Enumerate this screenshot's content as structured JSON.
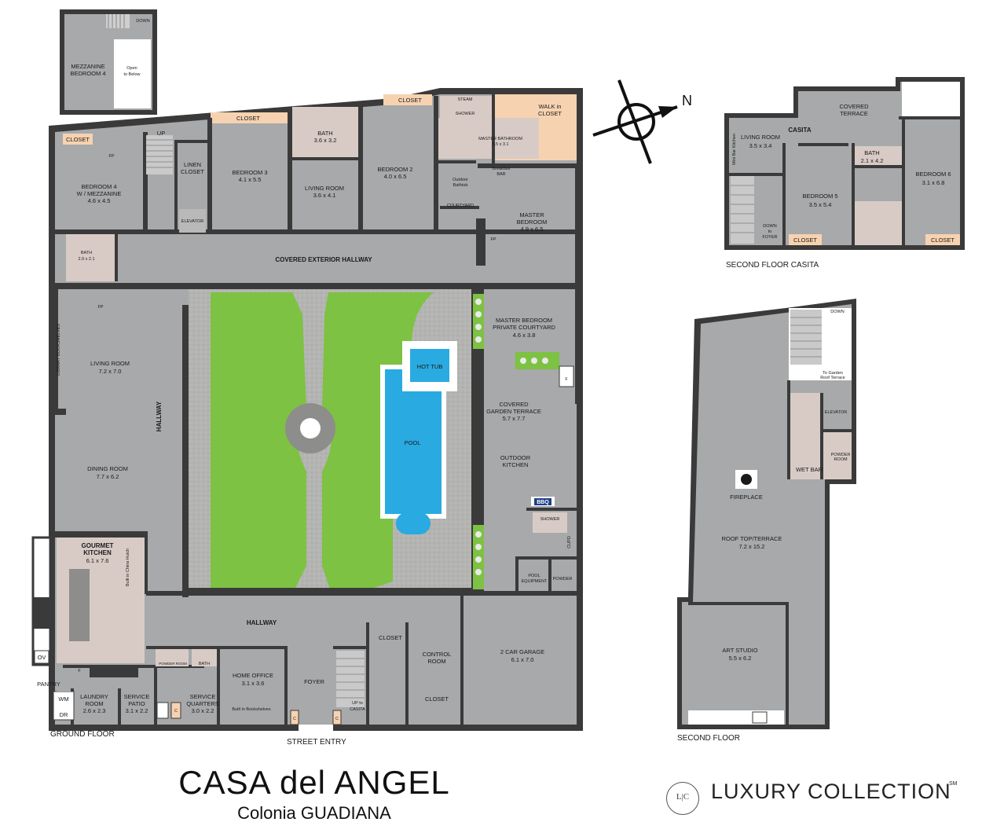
{
  "title": "CASA del ANGEL",
  "subtitle": "Colonia GUADIANA",
  "brand": {
    "name": "LUXURY COLLECTION",
    "mark": "SM",
    "logo_letters": "L|C"
  },
  "compass": {
    "label": "N"
  },
  "floors": {
    "ground": "GROUND FLOOR",
    "second": "SECOND FLOOR",
    "casita": "SECOND FLOOR  CASITA",
    "street": "STREET  ENTRY"
  },
  "mezzanine": {
    "room": [
      "MEZZANINE",
      "BEDROOM 4"
    ],
    "open": [
      "Open",
      "to Below"
    ],
    "down": "DOWN"
  },
  "ground_rooms": {
    "closet_bd4": "CLOSET",
    "bedroom4": [
      "BEDROOM 4",
      "W / MEZZANINE",
      "4.6 x 4.5"
    ],
    "fp1": "FP",
    "up": "UP",
    "linen": [
      "LINEN",
      "CLOSET"
    ],
    "elevator": "ELEVATOR",
    "bath_small": [
      "BATH",
      "2.9 x 2.1"
    ],
    "closet_bd3": "CLOSET",
    "bedroom3": [
      "BEDROOM 3",
      "4.1 x 5.5"
    ],
    "bath_mid": [
      "BATH",
      "3.6 x 3.2"
    ],
    "living_upper": [
      "LIVING ROOM",
      "3.6 x 4.1"
    ],
    "closet_bd2": "CLOSET",
    "bedroom2": [
      "BEDROOM 2",
      "4.0 x 6.5"
    ],
    "steam": [
      "STEAM",
      "SHOWER"
    ],
    "master_bath": [
      "MASTER  BATHROOM",
      "5.5 x 3.1"
    ],
    "walkin": [
      "WALK in",
      "CLOSET"
    ],
    "outdoor_bathtub": [
      "Outdoor",
      "Bathtub"
    ],
    "breakfast": [
      "Breakfast",
      "BAR"
    ],
    "courtyard": "COURTYARD",
    "master_bedroom": [
      "MASTER",
      "BEDROOM",
      "4.9 x 6.5"
    ],
    "fp2": "FP",
    "covered_hallway": "COVERED  EXTERIOR  HALLWAY",
    "fp3": "FP",
    "library": "LIBRARY  BOOKSHELVES",
    "living": [
      "LIVING ROOM",
      "7.2 x 7.0"
    ],
    "hallway_v": "HALLWAY",
    "dining": [
      "DINING ROOM",
      "7.7 x 6.2"
    ],
    "hot_tub": "HOT TUB",
    "pool": "POOL",
    "master_courtyard": [
      "MASTER BEDROOM",
      "PRIVATE  COURTYARD",
      "4.6 x 3.8"
    ],
    "f_mark": "F",
    "garden_terrace": [
      "COVERED",
      "GARDEN TERRACE",
      "5.7 x 7.7"
    ],
    "outdoor_kitchen": [
      "OUTDOOR",
      "KITCHEN"
    ],
    "bbq": "BBQ",
    "shower": "SHOWER",
    "cupd": "CUPD",
    "pool_equipment": [
      "POOL",
      "EQUIPMENT"
    ],
    "powder": "POWDER",
    "gourmet": [
      "GOURMET",
      "KITCHEN",
      "6.1 x 7.6"
    ],
    "china_hutch": "Built in China Hutch",
    "ov": "OV",
    "f2": "F",
    "pantry": "PANTRY",
    "wm": "WM",
    "dr": "DR",
    "laundry": [
      "LAUNDRY",
      "ROOM",
      "2.6 x 2.3"
    ],
    "service_patio": [
      "SERVICE",
      "PATIO",
      "3.1 x 2.2"
    ],
    "c1": "C",
    "service_quarters": [
      "SERVICE",
      "QUARTERS",
      "3.0 x 2.2"
    ],
    "powder_room": "POWDER ROOM",
    "bath_svc": "BATH",
    "hallway_h": "HALLWAY",
    "home_office": [
      "HOME OFFICE",
      "3.1 x 3.6"
    ],
    "bookshelves": "Built in Bookshelves",
    "foyer": "FOYER",
    "c2": "C",
    "c3": "C",
    "up_casita": [
      "UP to",
      "CASITA"
    ],
    "closet_ctrl": "CLOSET",
    "control": [
      "CONTROL",
      "ROOM"
    ],
    "closet_ctrl2": "CLOSET",
    "garage": [
      "2 CAR GARAGE",
      "6.1 x 7.0"
    ]
  },
  "casita_rooms": {
    "covered_terrace": [
      "COVERED",
      "TERRACE"
    ],
    "casita": "CASITA",
    "living": [
      "LIVING ROOM",
      "3.5 x 3.4"
    ],
    "mini_bar": "Mini Bar Kitchen",
    "down": [
      "DOWN",
      "to",
      "FOYER"
    ],
    "bedroom5": [
      "BEDROOM 5",
      "3.5 x 5.4"
    ],
    "bath": [
      "BATH",
      "2.1 x 4.2"
    ],
    "bedroom6": [
      "BEDROOM 6",
      "3.1 x 6.8"
    ],
    "closet1": "CLOSET",
    "closet2": "CLOSET"
  },
  "second_rooms": {
    "down": "DOWN",
    "garden_roof": [
      "To Garden",
      "Roof Terrace"
    ],
    "elevator": "ELEVATOR",
    "powder": [
      "POWDER",
      "ROOM"
    ],
    "wet_bar": "WET  BAR",
    "fireplace": "FIREPLACE",
    "rooftop": [
      "ROOF TOP/TERRACE",
      "7.2 x 15.2"
    ],
    "art_studio": [
      "ART STUDIO",
      "5.5 x 6.2"
    ]
  },
  "colors": {
    "room": "#a7a9ab",
    "wall": "#3a3a3a",
    "closet": "#f7d2b0",
    "lawn": "#7dc242",
    "pool": "#29aae1",
    "terrazzo": "#b4b4b2"
  }
}
